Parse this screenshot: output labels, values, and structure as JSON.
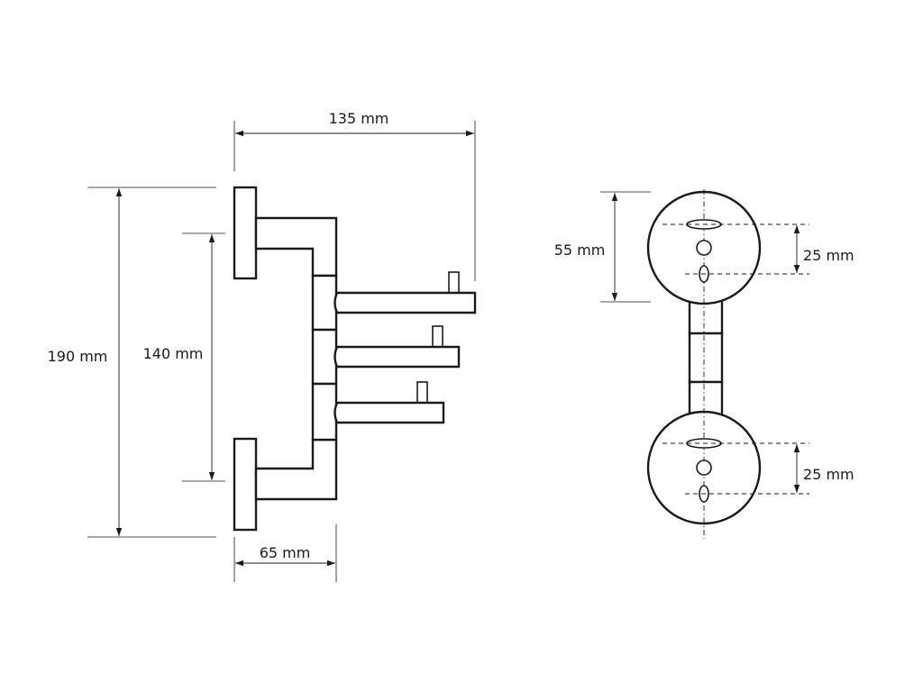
{
  "side_view": {
    "width_total": "135 mm",
    "height_total": "190 mm",
    "mount_spacing": "140 mm",
    "projection": "65 mm"
  },
  "front_view": {
    "rosette_diameter": "55 mm",
    "hole_spacing_top": "25 mm",
    "hole_spacing_bottom": "25 mm"
  }
}
